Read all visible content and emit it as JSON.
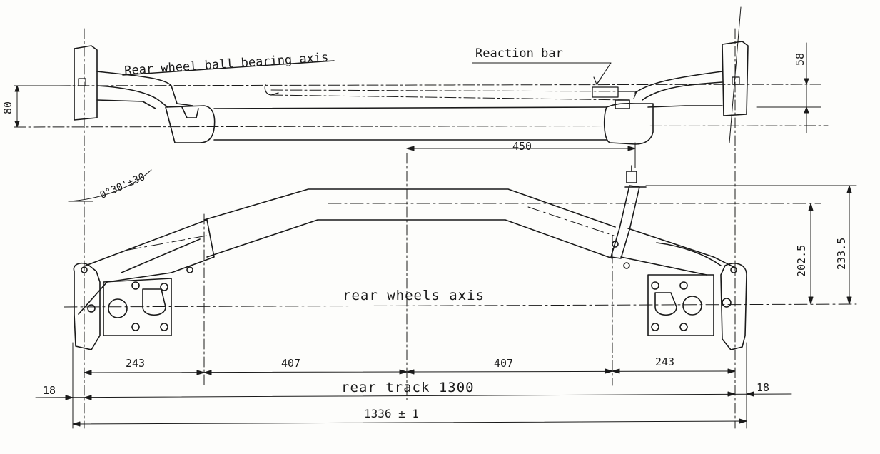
{
  "labels": {
    "ball_bearing_axis": "Rear wheel ball bearing axis",
    "reaction_bar": "Reaction bar",
    "rear_wheels_axis": "rear wheels axis",
    "rear_track": "rear track 1300"
  },
  "dimensions": {
    "d58": "58",
    "d80": "80",
    "d450": "450",
    "angle": "0°30'±30",
    "d202_5": "202.5",
    "d233_5": "233.5",
    "d243_left": "243",
    "d407_left": "407",
    "d407_right": "407",
    "d243_right": "243",
    "d18_left": "18",
    "d18_right": "18",
    "d1336": "1336 ± 1"
  },
  "colors": {
    "ink": "#1a1a1a",
    "paper": "#fdfdfb"
  }
}
